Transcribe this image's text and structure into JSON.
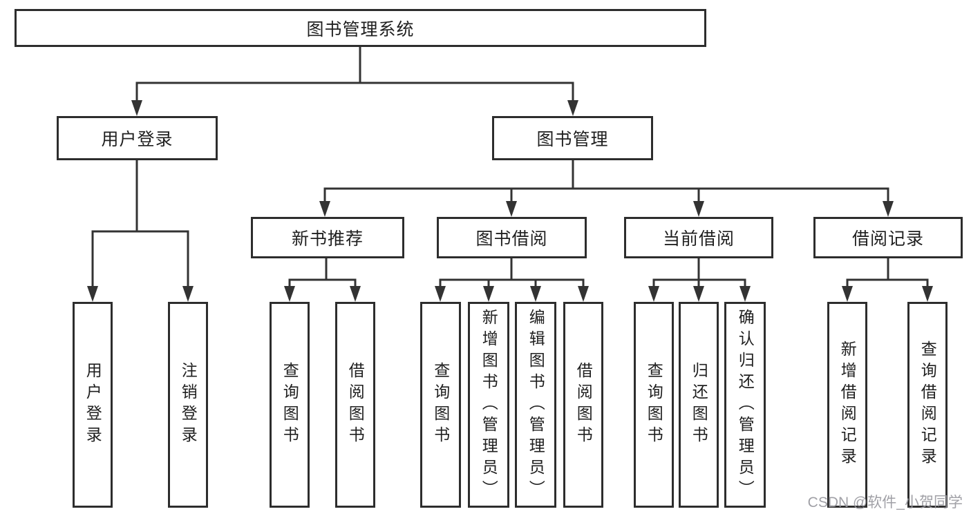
{
  "diagram": {
    "root_label": "图书管理系统",
    "branches": [
      {
        "label": "用户登录",
        "leaves": [
          "用户登录",
          "注销登录"
        ]
      },
      {
        "label": "图书管理",
        "groups": [
          {
            "label": "新书推荐",
            "leaves": [
              "查询图书",
              "借阅图书"
            ]
          },
          {
            "label": "图书借阅",
            "leaves": [
              "查询图书",
              "新增图书（管理员）",
              "编辑图书（管理员）",
              "借阅图书"
            ]
          },
          {
            "label": "当前借阅",
            "leaves": [
              "查询图书",
              "归还图书",
              "确认归还（管理员）"
            ]
          },
          {
            "label": "借阅记录",
            "leaves": [
              "新增借阅记录",
              "查询借阅记录"
            ]
          }
        ]
      }
    ]
  },
  "watermark": {
    "text": "CSDN @软件_小贺同学"
  },
  "colors": {
    "background": "#ffffff",
    "box_border": "#2d2d2d",
    "box_fill": "#ffffff",
    "line": "#333333",
    "text": "#1f1f1f",
    "watermark": "#98989e"
  }
}
